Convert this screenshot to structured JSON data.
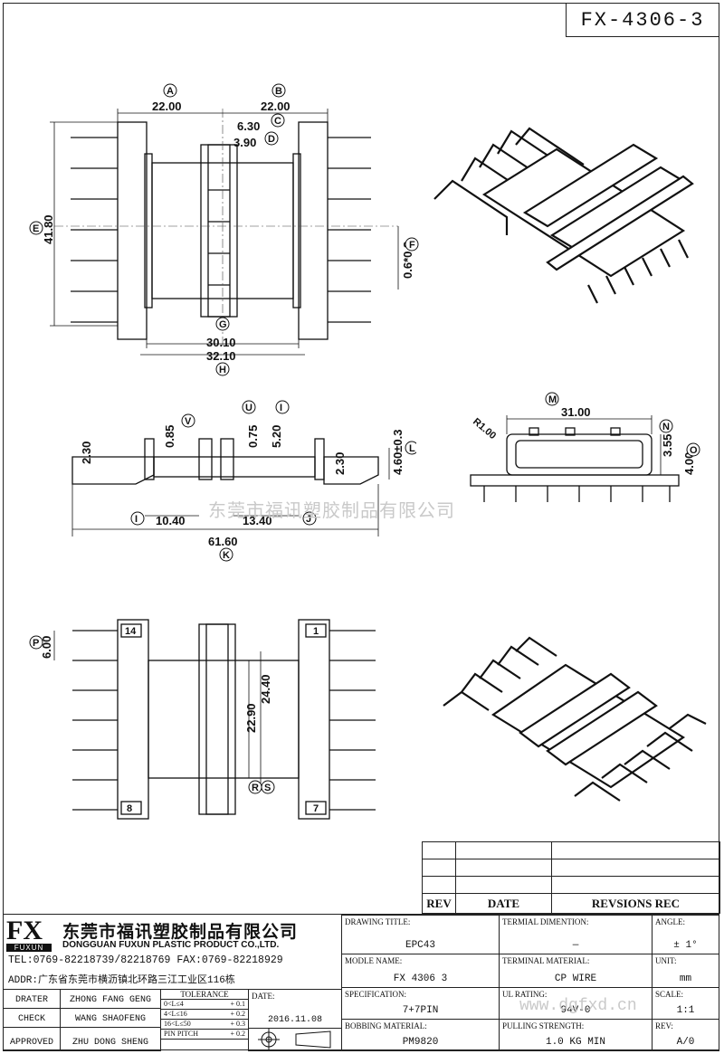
{
  "drawing_number": "FX-4306-3",
  "top_view": {
    "dims": [
      "22.00",
      "22.00",
      "6.30",
      "3.90",
      "41.80",
      "0.6*0.8",
      "30.10",
      "32.10"
    ],
    "markers": [
      "A",
      "B",
      "C",
      "D",
      "E",
      "F",
      "G",
      "H"
    ]
  },
  "side_view": {
    "dims": [
      "2.30",
      "0.85",
      "0.75",
      "5.20",
      "4.60±0.3",
      "2.30",
      "10.40",
      "13.40",
      "61.60"
    ],
    "markers": [
      "V",
      "U",
      "I",
      "L",
      "I",
      "J",
      "K"
    ]
  },
  "end_view": {
    "dims": [
      "31.00",
      "3.55",
      "4.00",
      "R1.00"
    ],
    "markers": [
      "M",
      "N",
      "O"
    ]
  },
  "bottom_view": {
    "dims": [
      "6.00",
      "22.90",
      "24.40"
    ],
    "markers": [
      "P",
      "R",
      "S"
    ],
    "pin_labels": [
      "14",
      "1",
      "8",
      "7"
    ]
  },
  "watermark_text": "东莞市福讯塑胶制品有限公司",
  "watermark_url": "www.dgfxd.cn",
  "revision_table": {
    "headers": [
      "REV",
      "DATE",
      "REVSIONS REC"
    ]
  },
  "company": {
    "logo": "FX",
    "logo_sub": "FUXUN",
    "name_cn": "东莞市福讯塑胶制品有限公司",
    "name_en": "DONGGUAN FUXUN PLASTIC PRODUCT CO.,LTD.",
    "tel": "TEL:0769-82218739/82218769 FAX:0769-82218929",
    "addr": "ADDR:广东省东莞市横沥镇北环路三江工业区116栋"
  },
  "people": {
    "drater_label": "DRATER",
    "drater": "ZHONG FANG GENG",
    "check_label": "CHECK",
    "check": "WANG SHAOFENG",
    "approved_label": "APPROVED",
    "approved": "ZHU DONG SHENG"
  },
  "tolerance": {
    "title": "TOLERANCE",
    "rows": [
      {
        "range": "0<L≤4",
        "value": "+ 0.1"
      },
      {
        "range": "4<L≤16",
        "value": "+ 0.2"
      },
      {
        "range": "16<L≤50",
        "value": "+ 0.3"
      },
      {
        "range": "PIN PITCH",
        "value": "+ 0.2"
      }
    ]
  },
  "date_label": "DATE:",
  "date": "2016.11.08",
  "fields": {
    "drawing_title_label": "DRAWING TITLE:",
    "drawing_title": "EPC43",
    "model_label": "MODLE NAME:",
    "model": "FX 4306 3",
    "spec_label": "SPECIFICATION:",
    "spec": "7+7PIN",
    "bobbin_label": "BOBBING MATERIAL:",
    "bobbin": "PM9820",
    "term_dim_label": "TERMIAL DIMENTION:",
    "term_dim": "—",
    "term_mat_label": "TERMINAL MATERIAL:",
    "term_mat": "CP WIRE",
    "ul_label": "UL RATING:",
    "ul": "94V-0",
    "pull_label": "PULLING STRENGTH:",
    "pull": "1.0 KG MIN",
    "angle_label": "ANGLE:",
    "angle": "± 1°",
    "unit_label": "UNIT:",
    "unit": "mm",
    "scale_label": "SCALE:",
    "scale": "1:1",
    "rev_label": "REV:",
    "rev": "A/0"
  }
}
